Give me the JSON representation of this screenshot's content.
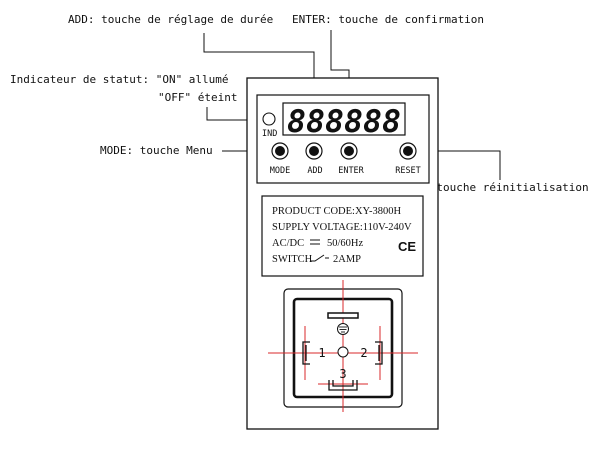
{
  "callouts": {
    "add": "ADD: touche de réglage de durée",
    "enter": "ENTER: touche de confirmation",
    "status_line1": "Indicateur de statut: \"ON\" allumé",
    "status_line2": "\"OFF\" éteint",
    "mode": "MODE: touche Menu",
    "reset": "RESET: touche réinitialisation"
  },
  "device": {
    "display": "888888",
    "indicator_label": "IND",
    "buttons": [
      "MODE",
      "ADD",
      "ENTER",
      "RESET"
    ]
  },
  "nameplate": {
    "line1": "PRODUCT CODE:XY-3800H",
    "line2": "SUPPLY VOLTAGE:110V-240V",
    "line3_left": "AC/DC",
    "line3_right": "50/60Hz",
    "line4_left": "SWITCH",
    "line4_right": "2AMP",
    "mark": "CE"
  },
  "socket": {
    "pins": [
      "1",
      "2",
      "3"
    ]
  },
  "colors": {
    "line": "#111111",
    "centerline": "#d9282b"
  }
}
